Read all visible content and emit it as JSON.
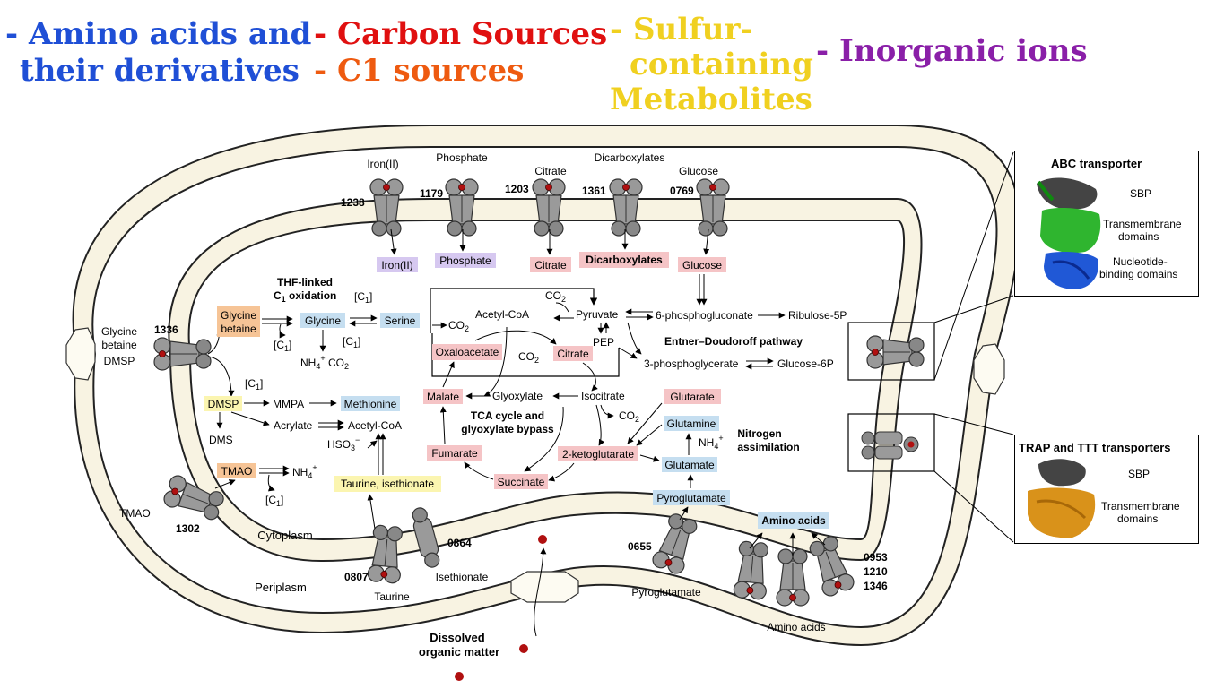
{
  "legend": {
    "amino": {
      "line1": "- Amino acids and",
      "line2": "their derivatives",
      "color": "#1f4fd6"
    },
    "carbon": {
      "line1": "- Carbon Sources",
      "color": "#e01010"
    },
    "c1": {
      "line1": "- C1 sources",
      "color": "#ee5a10"
    },
    "sulfur": {
      "line1": "- Sulfur-",
      "line2": "containing",
      "line3": "Metabolites",
      "color": "#f0d020"
    },
    "inorganic": {
      "line1": "- Inorganic ions",
      "color": "#8a1fa8"
    }
  },
  "colors": {
    "amino_box": "#c5def0",
    "carbon_box": "#f5c4c6",
    "c1_box": "#f6c496",
    "sulfur_box": "#fbf5b0",
    "inorganic_box": "#d6c8f0",
    "transporter": "#9a9a9a",
    "membrane": "#f8f3e2",
    "molecule": "#b01010"
  },
  "transporters": {
    "t1238": {
      "id": "1238",
      "substrate": "Iron(II)",
      "product": "Iron(II)"
    },
    "t1179": {
      "id": "1179",
      "substrate": "Phosphate",
      "product": "Phosphate"
    },
    "t1203": {
      "id": "1203",
      "substrate": "Citrate",
      "product": "Citrate"
    },
    "t1361": {
      "id": "1361",
      "substrate": "Dicarboxylates",
      "product": "Dicarboxylates"
    },
    "t0769": {
      "id": "0769",
      "substrate": "Glucose",
      "product": "Glucose"
    },
    "t1336": {
      "id": "1336",
      "substrate_line1": "Glycine",
      "substrate_line2": "betaine",
      "substrate_line3": "DMSP"
    },
    "t1302": {
      "id": "1302",
      "substrate": "TMAO"
    },
    "t0807": {
      "id": "0807",
      "substrate": "Taurine"
    },
    "t0864": {
      "id": "0864",
      "substrate": "Isethionate"
    },
    "t0655": {
      "id": "0655",
      "substrate": "Pyroglutamate"
    },
    "t0953": {
      "id1": "0953",
      "id2": "1210",
      "id3": "1346",
      "substrate": "Amino acids"
    }
  },
  "compartments": {
    "cytoplasm": "Cytoplasm",
    "periplasm": "Periplasm",
    "dom_line1": "Dissolved",
    "dom_line2": "organic matter"
  },
  "metabolism": {
    "thf_line1": "THF-linked",
    "thf_line2": "C",
    "thf_sub": "1",
    "thf_line2b": " oxidation",
    "glycine_betaine_1": "Glycine",
    "glycine_betaine_2": "betaine",
    "glycine": "Glycine",
    "serine": "Serine",
    "c1": "[C",
    "c1_sub": "1",
    "c1_close": "]",
    "nh4co2": "NH",
    "nh4_sub": "4",
    "nh4_sup": "+",
    "co2": "CO",
    "co2_sub": "2",
    "dmsp": "DMSP",
    "mmpa": "MMPA",
    "methionine": "Methionine",
    "acrylate": "Acrylate",
    "acetyl_coa": "Acetyl-CoA",
    "dms": "DMS",
    "hso3": "HSO",
    "hso3_sub": "3",
    "hso3_sup": "−",
    "tmao": "TMAO",
    "taurine_ise": "Taurine, isethionate",
    "pyruvate": "Pyruvate",
    "pep": "PEP",
    "oxaloacetate": "Oxaloacetate",
    "citrate": "Citrate",
    "malate": "Malate",
    "glyoxylate": "Glyoxylate",
    "isocitrate": "Isocitrate",
    "tca_line1": "TCA cycle and",
    "tca_line2": "glyoxylate bypass",
    "fumarate": "Fumarate",
    "ketoglutarate": "2-ketoglutarate",
    "succinate": "Succinate",
    "glutarate": "Glutarate",
    "glutamine": "Glutamine",
    "glutamate": "Glutamate",
    "pyroglutamate": "Pyroglutamate",
    "amino_acids": "Amino acids",
    "nitrogen_line1": "Nitrogen",
    "nitrogen_line2": "assimilation",
    "phosphogluconate": "6-phosphogluconate",
    "ribulose": "Ribulose-5P",
    "ed_pathway": "Entner–Doudoroff pathway",
    "phosphoglycerate": "3-phosphoglycerate",
    "glucose6p": "Glucose-6P"
  },
  "insets": {
    "abc": {
      "title": "ABC transporter",
      "sbp": "SBP",
      "tm_line1": "Transmembrane",
      "tm_line2": "domains",
      "nbd_line1": "Nucleotide-",
      "nbd_line2": "binding domains"
    },
    "trap": {
      "title": "TRAP and TTT transporters",
      "sbp": "SBP",
      "tm_line1": "Transmembrane",
      "tm_line2": "domains"
    }
  }
}
